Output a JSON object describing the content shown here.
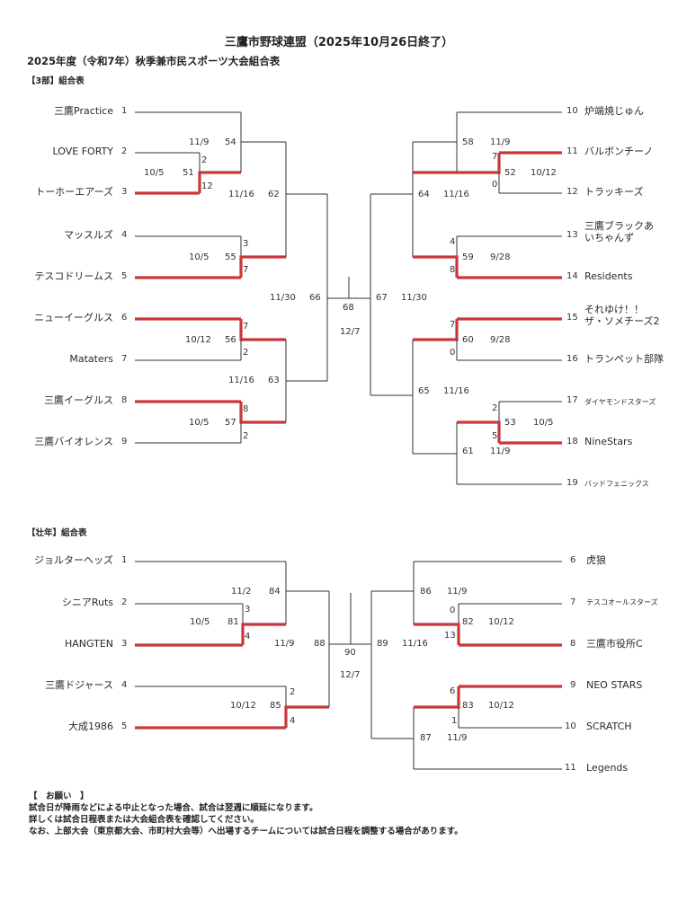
{
  "header": {
    "title": "三鷹市野球連盟（2025年10月26日終了）",
    "subtitle": "2025年度（令和7年）秋季兼市民スポーツ大会組合表"
  },
  "colors": {
    "line": "#333333",
    "winner": "#c8383b"
  },
  "div3": {
    "label": "【3部】組合表",
    "left_teams": [
      {
        "no": "1",
        "name": "三鷹Practice"
      },
      {
        "no": "2",
        "name": "LOVE FORTY"
      },
      {
        "no": "3",
        "name": "トーホーエアーズ"
      },
      {
        "no": "4",
        "name": "マッスルズ"
      },
      {
        "no": "5",
        "name": "テスコドリームス"
      },
      {
        "no": "6",
        "name": "ニューイーグルス"
      },
      {
        "no": "7",
        "name": "Mataters"
      },
      {
        "no": "8",
        "name": "三鷹イーグルス"
      },
      {
        "no": "9",
        "name": "三鷹バイオレンス"
      }
    ],
    "right_teams": [
      {
        "no": "10",
        "name": "炉端焼じゅん"
      },
      {
        "no": "11",
        "name": "バルボンチーノ"
      },
      {
        "no": "12",
        "name": "トラッキーズ"
      },
      {
        "no": "13",
        "name": "三鷹ブラックあいちゃんず"
      },
      {
        "no": "14",
        "name": "Residents"
      },
      {
        "no": "15",
        "name": "それゆけ！！ザ・ソメチーズ2"
      },
      {
        "no": "16",
        "name": "トランペット部隊"
      },
      {
        "no": "17",
        "name": "ダイヤモンドスターズ"
      },
      {
        "no": "18",
        "name": "NineStars"
      },
      {
        "no": "19",
        "name": "バッドフェニックス"
      }
    ],
    "matches": [
      {
        "id": "51",
        "date": "10/5",
        "scores": [
          "2",
          "12"
        ]
      },
      {
        "id": "54",
        "date": "11/9"
      },
      {
        "id": "55",
        "date": "10/5",
        "scores": [
          "3",
          "7"
        ]
      },
      {
        "id": "62",
        "date": "11/16"
      },
      {
        "id": "56",
        "date": "10/12",
        "scores": [
          "7",
          "2"
        ]
      },
      {
        "id": "57",
        "date": "10/5",
        "scores": [
          "8",
          "2"
        ]
      },
      {
        "id": "63",
        "date": "11/16"
      },
      {
        "id": "66",
        "date": "11/30"
      },
      {
        "id": "52",
        "date": "10/12",
        "scores": [
          "7",
          "0"
        ]
      },
      {
        "id": "58",
        "date": "11/9"
      },
      {
        "id": "59",
        "date": "9/28",
        "scores": [
          "4",
          "8"
        ]
      },
      {
        "id": "64",
        "date": "11/16"
      },
      {
        "id": "60",
        "date": "9/28",
        "scores": [
          "7",
          "0"
        ]
      },
      {
        "id": "53",
        "date": "10/5",
        "scores": [
          "2",
          "5"
        ]
      },
      {
        "id": "61",
        "date": "11/9"
      },
      {
        "id": "65",
        "date": "11/16"
      },
      {
        "id": "67",
        "date": "11/30"
      },
      {
        "id": "68",
        "date": "12/7"
      }
    ]
  },
  "senior": {
    "label": "【壮年】組合表",
    "left_teams": [
      {
        "no": "1",
        "name": "ジョルターヘッズ"
      },
      {
        "no": "2",
        "name": "シニアRuts"
      },
      {
        "no": "3",
        "name": "HANGTEN"
      },
      {
        "no": "4",
        "name": "三鷹ドジャース"
      },
      {
        "no": "5",
        "name": "大成1986"
      }
    ],
    "right_teams": [
      {
        "no": "6",
        "name": "虎狼"
      },
      {
        "no": "7",
        "name": "テスコオールスターズ"
      },
      {
        "no": "8",
        "name": "三鷹市役所C"
      },
      {
        "no": "9",
        "name": "NEO STARS"
      },
      {
        "no": "10",
        "name": "SCRATCH"
      },
      {
        "no": "11",
        "name": "Legends"
      }
    ],
    "matches": [
      {
        "id": "81",
        "date": "10/5",
        "scores": [
          "3",
          "4"
        ]
      },
      {
        "id": "84",
        "date": "11/2"
      },
      {
        "id": "85",
        "date": "10/12",
        "scores": [
          "2",
          "4"
        ]
      },
      {
        "id": "88",
        "date": "11/9"
      },
      {
        "id": "82",
        "date": "10/12",
        "scores": [
          "0",
          "13"
        ]
      },
      {
        "id": "86",
        "date": "11/9"
      },
      {
        "id": "83",
        "date": "10/12",
        "scores": [
          "6",
          "1"
        ]
      },
      {
        "id": "87",
        "date": "11/9"
      },
      {
        "id": "89",
        "date": "11/16"
      },
      {
        "id": "90",
        "date": "12/7"
      }
    ]
  },
  "notes": {
    "heading": "【　お願い　】",
    "lines": [
      "試合日が降雨などによる中止となった場合、試合は翌週に順延になります。",
      "詳しくは試合日程表または大会組合表を確認してください。",
      "なお、上部大会（東京都大会、市町村大会等）へ出場するチームについては試合日程を調整する場合があります。"
    ]
  }
}
